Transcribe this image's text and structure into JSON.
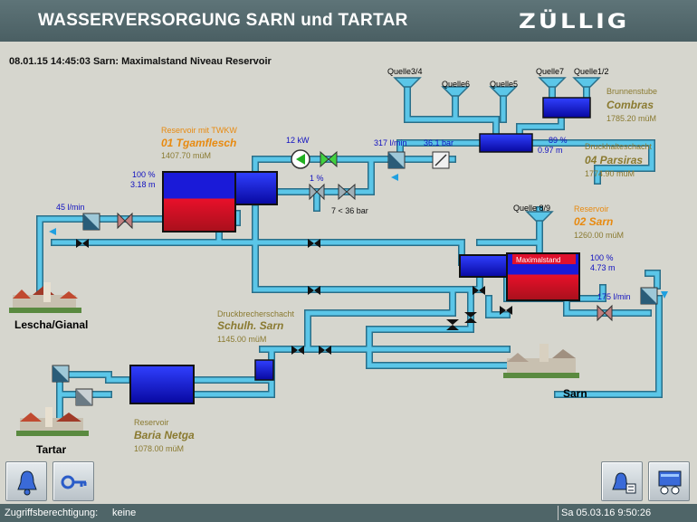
{
  "header": {
    "title": "WASSERVERSORGUNG SARN und TARTAR",
    "logo": "ZÜLLIG"
  },
  "alarm": "08.01.15 14:45:03 Sarn: Maximalstand Niveau Reservoir",
  "sources": {
    "q34": "Quelle3/4",
    "q6": "Quelle6",
    "q5": "Quelle5",
    "q7": "Quelle7",
    "q12": "Quelle1/2",
    "q89": "Quelle 8/9"
  },
  "stations": {
    "brunnenstube": {
      "type": "Brunnenstube",
      "name": "Combras",
      "elev": "1785.20 müM"
    },
    "druckhalteschacht": {
      "type": "Druckhalteschacht",
      "name": "04 Parsiras",
      "elev": "1774.90 müM",
      "level_pct": "89 %",
      "level_m": "0.97 m"
    },
    "tgamflesch": {
      "type": "Reservoir mit TWKW",
      "name": "01 Tgamflesch",
      "elev": "1407.70 müM",
      "level_pct": "100 %",
      "level_m": "3.18 m"
    },
    "sarn": {
      "type": "Reservoir",
      "name": "02 Sarn",
      "elev": "1260.00 müM",
      "level_pct": "100 %",
      "level_m": "4.73 m",
      "alarm_badge": "Maximalstand"
    },
    "schulh": {
      "type": "Druckbrecherschacht",
      "name": "Schulh. Sarn",
      "elev": "1145.00 müM"
    },
    "bariagetga": {
      "type": "Reservoir",
      "name": "Baria Netga",
      "elev": "1078.00 müM"
    }
  },
  "readouts": {
    "power": "12 kW",
    "flow_main": "317 l/min",
    "pressure": "36.1 bar",
    "valve_pct": "1 %",
    "pressure_range": "7 < 36 bar",
    "flow_lescha": "45 l/min",
    "flow_sarn": "175 l/min"
  },
  "villages": {
    "lescha": "Lescha/Gianal",
    "sarn": "Sarn",
    "tartar": "Tartar"
  },
  "buttons": {
    "bell": "bell-icon",
    "key": "key-icon",
    "alarm_list": "alarm-bell-list-icon",
    "settings": "config-icon"
  },
  "footer": {
    "permission_label": "Zugriffsberechtigung:",
    "permission_value": "keine",
    "clock": "Sa 05.03.16  9:50:26"
  },
  "colors": {
    "pipe": "#5bc6e8",
    "water": "#1020c8",
    "alarm_red": "#e0102c",
    "label_orange": "#e88a10",
    "label_olive": "#8a7a30"
  }
}
